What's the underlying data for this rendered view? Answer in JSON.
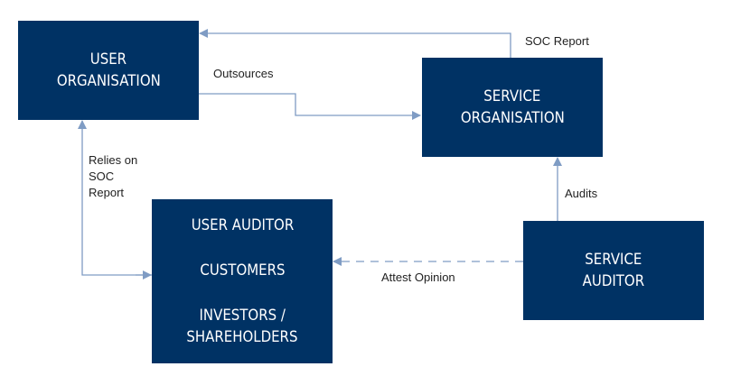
{
  "boxes": {
    "user_organisation": [
      "USER",
      "ORGANISATION"
    ],
    "service_organisation": [
      "SERVICE",
      "ORGANISATION"
    ],
    "user_auditor_group": {
      "line1": "USER AUDITOR",
      "line2": "CUSTOMERS",
      "line3": "INVESTORS /",
      "line4": "SHAREHOLDERS"
    },
    "service_auditor": [
      "SERVICE",
      "AUDITOR"
    ]
  },
  "edges": {
    "soc_report": "SOC Report",
    "outsources": "Outsources",
    "relies_on": [
      "Relies on",
      "SOC",
      "Report"
    ],
    "audits": "Audits",
    "attest_opinion": "Attest Opinion"
  },
  "colors": {
    "box_fill": "#003264",
    "arrow": "#7f9cc4"
  }
}
